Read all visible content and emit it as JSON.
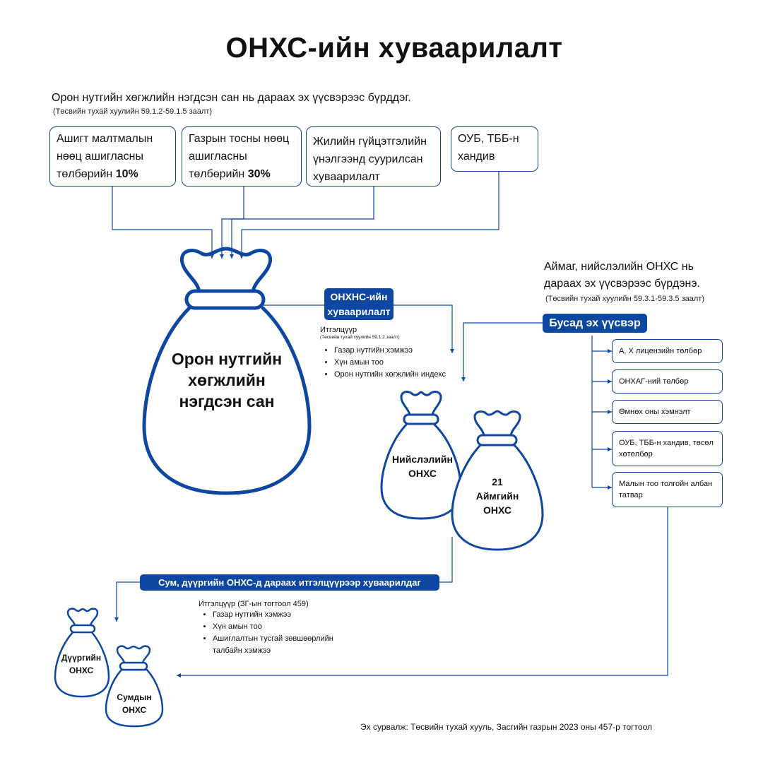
{
  "title": "ОНХС-ийн хуваарилалт",
  "intro": {
    "text": "Орон нутгийн хөгжлийн нэгдсэн сан нь дараах эх үүсвэрээс бүрддэг.",
    "law": "(Төсвийн тухай хуулийн 59.1.2-59.1.5 заалт)"
  },
  "sources": [
    {
      "text": "Ашигт малтмалын нөөц ашигласны төлбөрийн ",
      "bold": "10%"
    },
    {
      "text": "Газрын тосны нөөц ашигласны төлбөрийн ",
      "bold": "30%"
    },
    {
      "text": "Жилийн гүйцэтгэлийн үнэлгээнд суурилсан хуваарилалт",
      "bold": ""
    },
    {
      "text": "ОУБ, ТББ-н хандив",
      "bold": ""
    }
  ],
  "main_bag": {
    "label": "Орон нутгийн хөгжлийн нэгдсэн сан"
  },
  "onkhns": {
    "tag": "ОНХНС-ийн хуваарилалт",
    "heading": "Итгэлцүүр",
    "law": "(Төсвийн тухай хуулийн 59.1.2 заалт)",
    "items": [
      "Газар нутгийн хэмжээ",
      "Хүн амын тоо",
      "Орон нутгийн хөгжлийн индекс"
    ]
  },
  "aimag_intro": {
    "text": "Аймаг, нийслэлийн ОНХС нь дараах эх үүсвэрээс бүрдэнэ.",
    "law": "(Төсвийн тухай хуулийн 59.3.1-59.3.5 заалт)"
  },
  "other_sources": {
    "tag": "Бусад эх үүсвэр",
    "items": [
      "А, Х лицензийн төлбөр",
      "ОНХАГ-ний төлбөр",
      "Өмнөх оны хэмнэлт",
      "ОУБ, ТББ-н хандив, төсөл хөтөлбөр",
      "Малын тоо толгойн албан татвар"
    ]
  },
  "capital_bag": {
    "label": "Нийслэлийн ОНХС"
  },
  "aimag_bag": {
    "label": "21 Аймгийн ОНХС"
  },
  "soum": {
    "tag": "Сум, дүүргийн ОНХС-д дараах итгэлцүүрээр хуваарилдаг",
    "heading": "Итгэлцүүр (ЗГ-ын тогтоол 459)",
    "items": [
      "Газар нутгийн хэмжээ",
      "Хүн амын тоо",
      "Ашиглалтын тусгай зөвшөөрлийн талбайн хэмжээ"
    ]
  },
  "district_bag": {
    "label": "Дүүргийн ОНХС"
  },
  "soum_bag": {
    "label": "Сумдын ОНХС"
  },
  "source_note": "Эх сурвалж: Төсвийн тухай хууль, Засгийн газрын 2023 оны 457-р тогтоол",
  "colors": {
    "accent": "#0d47a1"
  }
}
